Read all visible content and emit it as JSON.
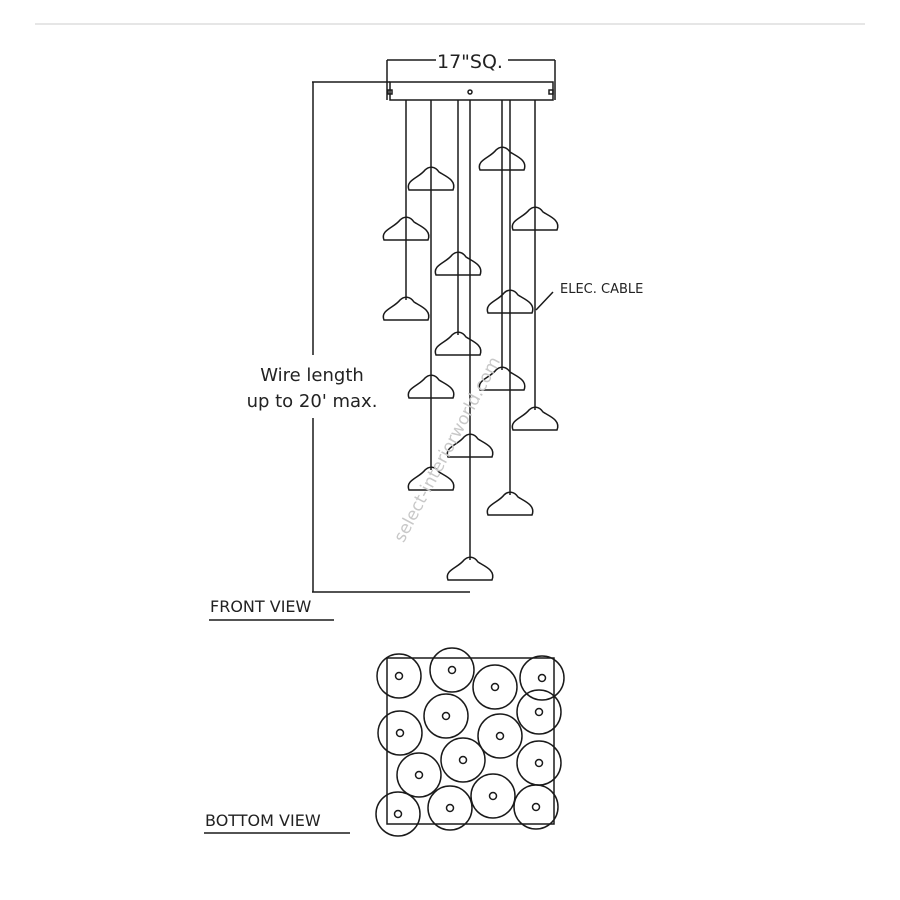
{
  "dimension_width": "17\"SQ.",
  "wire_length_line1": "Wire length",
  "wire_length_line2": "up to 20' max.",
  "elec_cable_label": "ELEC. CABLE",
  "front_view_label": "FRONT VIEW",
  "bottom_view_label": "BOTTOM VIEW",
  "watermark": "select-interiorworld.com",
  "pendant_count": 15
}
